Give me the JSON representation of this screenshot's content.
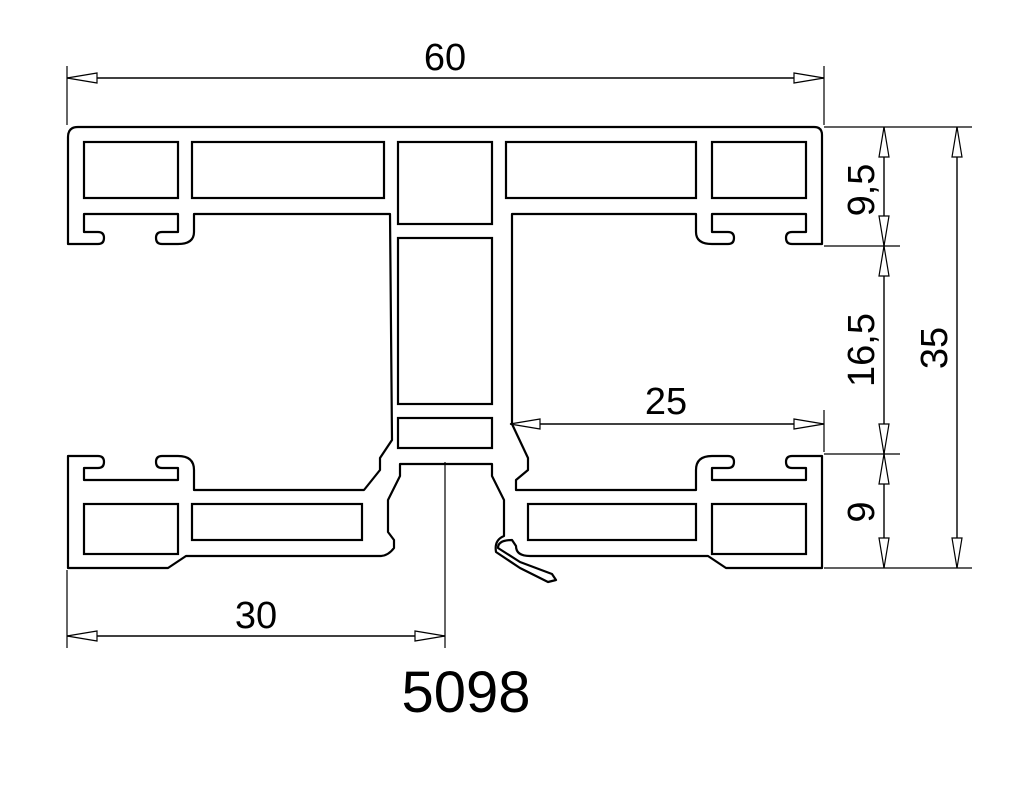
{
  "product_code": "5098",
  "dimensions": {
    "overall_width": "60",
    "overall_height": "35",
    "top_flange": "9,5",
    "middle_gap": "16,5",
    "bottom_flange": "9",
    "half_width": "30",
    "inner_span": "25"
  },
  "colors": {
    "line": "#000000",
    "background": "#ffffff"
  }
}
